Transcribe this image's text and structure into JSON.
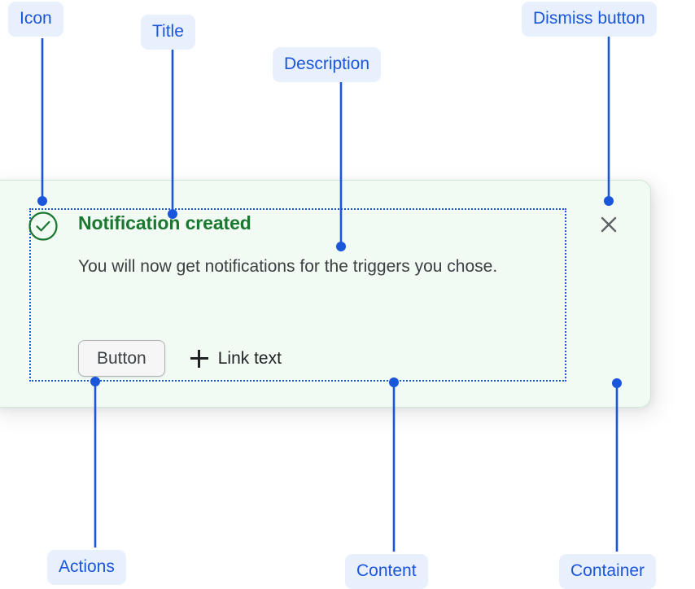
{
  "annotations": [
    {
      "id": "icon",
      "label": "Icon"
    },
    {
      "id": "title",
      "label": "Title"
    },
    {
      "id": "desc",
      "label": "Description"
    },
    {
      "id": "dismiss",
      "label": "Dismiss button"
    },
    {
      "id": "actions",
      "label": "Actions"
    },
    {
      "id": "content",
      "label": "Content"
    },
    {
      "id": "container",
      "label": "Container"
    }
  ],
  "notification": {
    "status": "success",
    "icon_name": "check-circle-icon",
    "title": "Notification created",
    "description": "You will now get notifications for the triggers you chose.",
    "primary_button_label": "Button",
    "link_icon_name": "plus-icon",
    "link_label": "Link text",
    "dismiss_icon_name": "close-icon"
  },
  "colors": {
    "annotation_blue": "#1a56db",
    "annotation_pill_bg": "#e9f0fd",
    "success_green": "#19772f",
    "card_bg": "#f2faf4",
    "card_border": "#cfe8d6",
    "body_text": "#3c4043",
    "dismiss_gray": "#5f6368"
  }
}
